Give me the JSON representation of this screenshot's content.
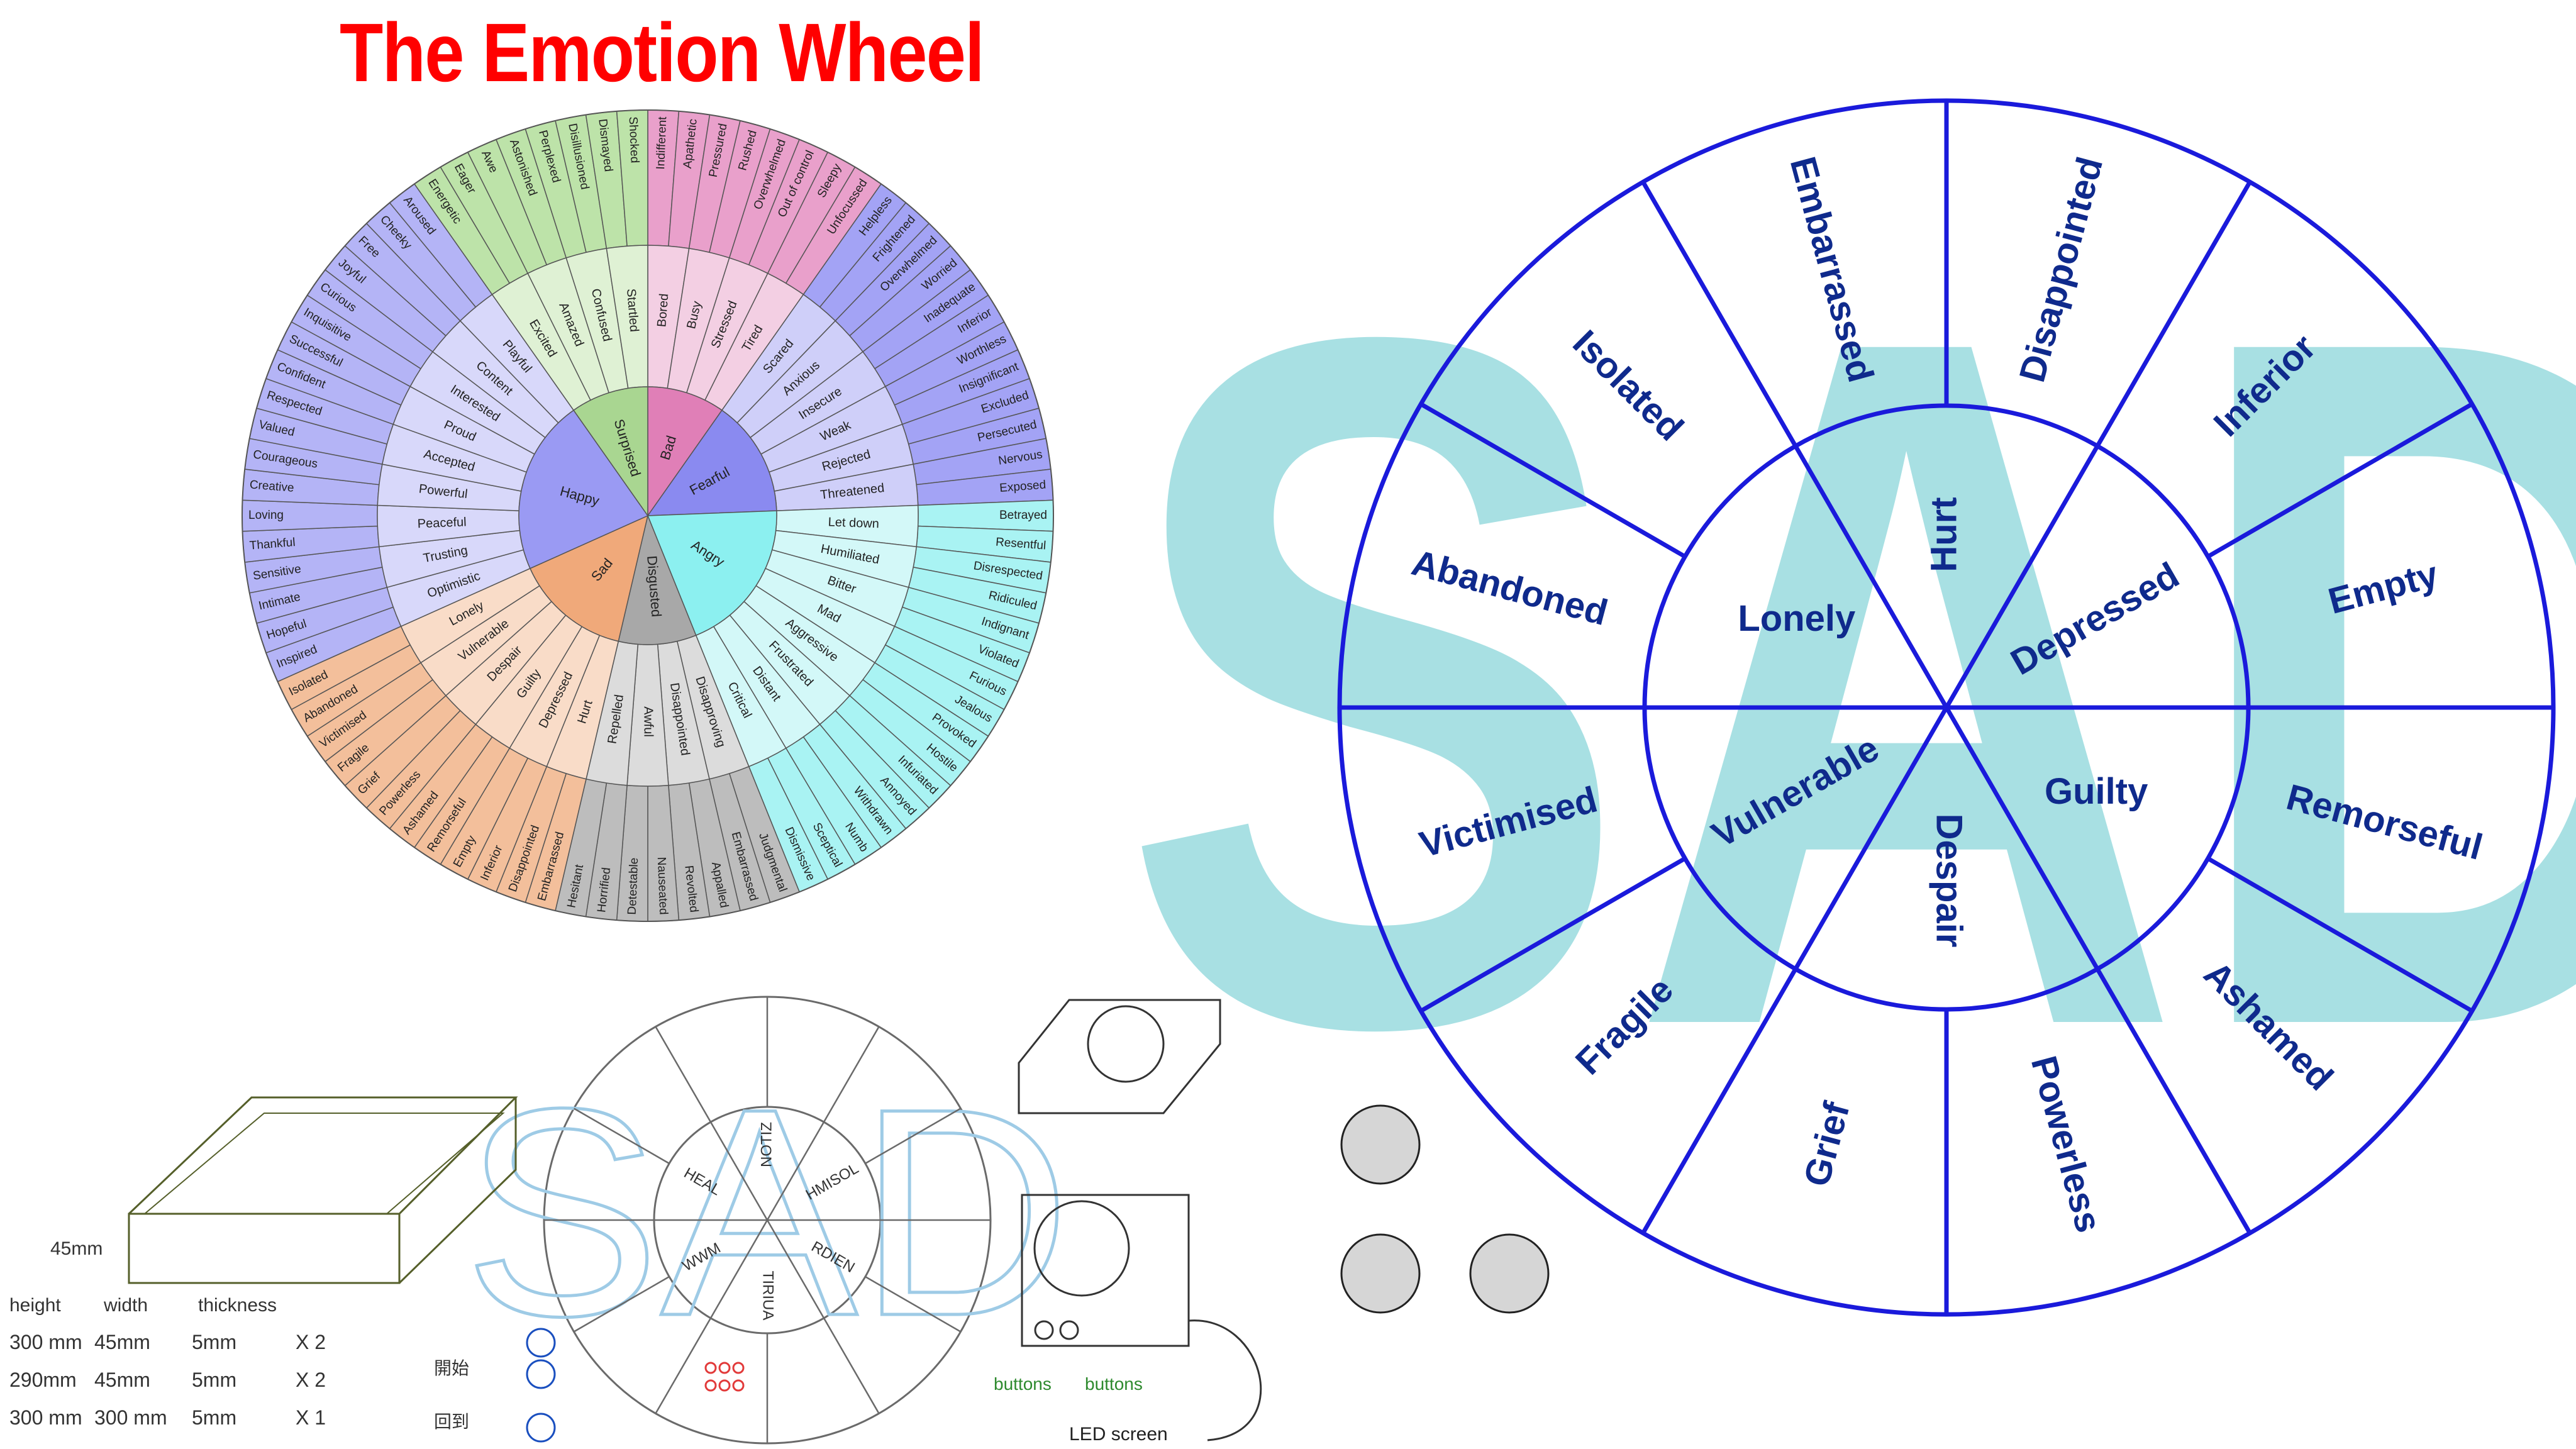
{
  "title": "The Emotion Wheel",
  "colors": {
    "title": "#ff0000",
    "sad_wheel_stroke": "#1a1adb",
    "sad_wheel_text": "#0f2a8c",
    "sad_watermark": "#a8e0e3",
    "sketch_ink": "#6a6a6a",
    "sketch_sad": "#9ecbe6",
    "sketch_red": "#e23a3a",
    "sketch_green": "#2e8a2e",
    "box_ink": "#555f2a",
    "button_gray": "#d6d6d6"
  },
  "feelings_wheel": {
    "core": [
      {
        "name": "Bad",
        "color": "#e07fb7"
      },
      {
        "name": "Fearful",
        "color": "#8a8af0"
      },
      {
        "name": "Angry",
        "color": "#8cf0f0"
      },
      {
        "name": "Disgusted",
        "color": "#a8a8a8"
      },
      {
        "name": "Sad",
        "color": "#f0a97a"
      },
      {
        "name": "Happy",
        "color": "#9a9af3"
      },
      {
        "name": "Surprised",
        "color": "#a9d691"
      }
    ],
    "groups": [
      {
        "core": "Bad",
        "color": "#e9a0cb",
        "light": "#f3cfe3",
        "middle": [
          {
            "name": "Bored",
            "outer": [
              "Indifferent",
              "Apathetic"
            ]
          },
          {
            "name": "Busy",
            "outer": [
              "Pressured",
              "Rushed"
            ]
          },
          {
            "name": "Stressed",
            "outer": [
              "Overwhelmed",
              "Out of control"
            ]
          },
          {
            "name": "Tired",
            "outer": [
              "Sleepy",
              "Unfocussed"
            ]
          }
        ]
      },
      {
        "core": "Fearful",
        "color": "#a3a3f5",
        "light": "#cfcff9",
        "middle": [
          {
            "name": "Scared",
            "outer": [
              "Helpless",
              "Frightened"
            ]
          },
          {
            "name": "Anxious",
            "outer": [
              "Overwhelmed",
              "Worried"
            ]
          },
          {
            "name": "Insecure",
            "outer": [
              "Inadequate",
              "Inferior"
            ]
          },
          {
            "name": "Weak",
            "outer": [
              "Worthless",
              "Insignificant"
            ]
          },
          {
            "name": "Rejected",
            "outer": [
              "Excluded",
              "Persecuted"
            ]
          },
          {
            "name": "Threatened",
            "outer": [
              "Nervous",
              "Exposed"
            ]
          }
        ]
      },
      {
        "core": "Angry",
        "color": "#a9f3f3",
        "light": "#d3f8f8",
        "middle": [
          {
            "name": "Let down",
            "outer": [
              "Betrayed",
              "Resentful"
            ]
          },
          {
            "name": "Humiliated",
            "outer": [
              "Disrespected",
              "Ridiculed"
            ]
          },
          {
            "name": "Bitter",
            "outer": [
              "Indignant",
              "Violated"
            ]
          },
          {
            "name": "Mad",
            "outer": [
              "Furious",
              "Jealous"
            ]
          },
          {
            "name": "Aggressive",
            "outer": [
              "Provoked",
              "Hostile"
            ]
          },
          {
            "name": "Frustrated",
            "outer": [
              "Infuriated",
              "Annoyed"
            ]
          },
          {
            "name": "Distant",
            "outer": [
              "Withdrawn",
              "Numb"
            ]
          },
          {
            "name": "Critical",
            "outer": [
              "Sceptical",
              "Dismissive"
            ]
          }
        ]
      },
      {
        "core": "Disgusted",
        "color": "#bdbdbd",
        "light": "#dcdcdc",
        "middle": [
          {
            "name": "Disapproving",
            "outer": [
              "Judgmental",
              "Embarrassed"
            ]
          },
          {
            "name": "Disappointed",
            "outer": [
              "Appalled",
              "Revolted"
            ]
          },
          {
            "name": "Awful",
            "outer": [
              "Nauseated",
              "Detestable"
            ]
          },
          {
            "name": "Repelled",
            "outer": [
              "Horrified",
              "Hesitant"
            ]
          }
        ]
      },
      {
        "core": "Sad",
        "color": "#f3bf9b",
        "light": "#f9dcc8",
        "middle": [
          {
            "name": "Hurt",
            "outer": [
              "Embarrassed",
              "Disappointed"
            ]
          },
          {
            "name": "Depressed",
            "outer": [
              "Inferior",
              "Empty"
            ]
          },
          {
            "name": "Guilty",
            "outer": [
              "Remorseful",
              "Ashamed"
            ]
          },
          {
            "name": "Despair",
            "outer": [
              "Powerless",
              "Grief"
            ]
          },
          {
            "name": "Vulnerable",
            "outer": [
              "Fragile",
              "Victimised"
            ]
          },
          {
            "name": "Lonely",
            "outer": [
              "Abandoned",
              "Isolated"
            ]
          }
        ]
      },
      {
        "core": "Happy",
        "color": "#b4b4f6",
        "light": "#d8d8fa",
        "middle": [
          {
            "name": "Optimistic",
            "outer": [
              "Inspired",
              "Hopeful"
            ]
          },
          {
            "name": "Trusting",
            "outer": [
              "Intimate",
              "Sensitive"
            ]
          },
          {
            "name": "Peaceful",
            "outer": [
              "Thankful",
              "Loving"
            ]
          },
          {
            "name": "Powerful",
            "outer": [
              "Creative",
              "Courageous"
            ]
          },
          {
            "name": "Accepted",
            "outer": [
              "Valued",
              "Respected"
            ]
          },
          {
            "name": "Proud",
            "outer": [
              "Confident",
              "Successful"
            ]
          },
          {
            "name": "Interested",
            "outer": [
              "Inquisitive",
              "Curious"
            ]
          },
          {
            "name": "Content",
            "outer": [
              "Joyful",
              "Free"
            ]
          },
          {
            "name": "Playful",
            "outer": [
              "Cheeky",
              "Aroused"
            ]
          }
        ]
      },
      {
        "core": "Surprised",
        "color": "#bde3a9",
        "light": "#dff1d4",
        "middle": [
          {
            "name": "Excited",
            "outer": [
              "Energetic",
              "Eager"
            ]
          },
          {
            "name": "Amazed",
            "outer": [
              "Awe",
              "Astonished"
            ]
          },
          {
            "name": "Confused",
            "outer": [
              "Perplexed",
              "Disillusioned"
            ]
          },
          {
            "name": "Startled",
            "outer": [
              "Dismayed",
              "Shocked"
            ]
          }
        ]
      }
    ]
  },
  "sad_wheel": {
    "watermark": "SAD",
    "inner": [
      "Hurt",
      "Depressed",
      "Guilty",
      "Despair",
      "Vulnerable",
      "Lonely"
    ],
    "outer": [
      "Disappointed",
      "Inferior",
      "Empty",
      "Remorseful",
      "Ashamed",
      "Powerless",
      "Grief",
      "Fragile",
      "Victimised",
      "Abandoned",
      "Isolated",
      "Embarrassed"
    ]
  },
  "sketch_wheel": {
    "watermark": "SAD",
    "inner_scribbles": [
      "NOTIZ",
      "HMISOL",
      "RDIEN",
      "TIRIUA",
      "WWM",
      "HEAL"
    ]
  },
  "box_sketch": {
    "dim_label": "45mm",
    "table_headers": [
      "height",
      "width",
      "thickness"
    ],
    "table_rows": [
      [
        "300 mm",
        "45mm",
        "5mm",
        "X 2"
      ],
      [
        "290mm",
        "45mm",
        "5mm",
        "X 2"
      ],
      [
        "300 mm",
        "300 mm",
        "5mm",
        "X 1"
      ]
    ],
    "side_labels": [
      "開始",
      "回到"
    ]
  },
  "device_sketch": {
    "labels": [
      "buttons",
      "buttons",
      "LED screen"
    ]
  }
}
